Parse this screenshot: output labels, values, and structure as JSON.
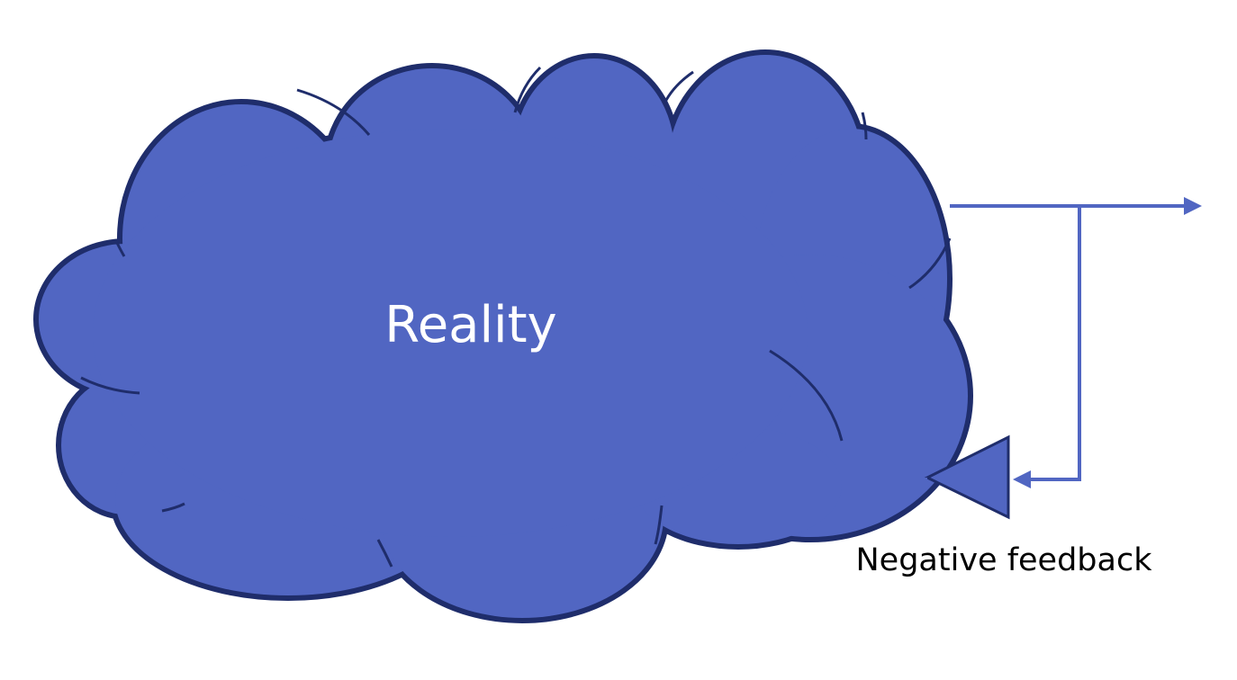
{
  "diagram": {
    "cloud_label": "Reality",
    "feedback_label": "Negative feedback",
    "nodes": [
      {
        "id": "reality",
        "shape": "cloud",
        "label": "Reality"
      },
      {
        "id": "inverter",
        "shape": "triangle-left",
        "label": "Negative feedback"
      }
    ],
    "edges": [
      {
        "from": "reality",
        "to": "output",
        "type": "arrow"
      },
      {
        "from": "output-branch",
        "to": "inverter",
        "type": "arrow"
      },
      {
        "from": "inverter",
        "to": "reality",
        "type": "arrow"
      }
    ]
  },
  "colors": {
    "cloud_fill": "#5166c2",
    "cloud_stroke": "#1f2d6b",
    "arrow": "#5166c2",
    "label_text": "#ffffff",
    "caption_text": "#000000"
  }
}
